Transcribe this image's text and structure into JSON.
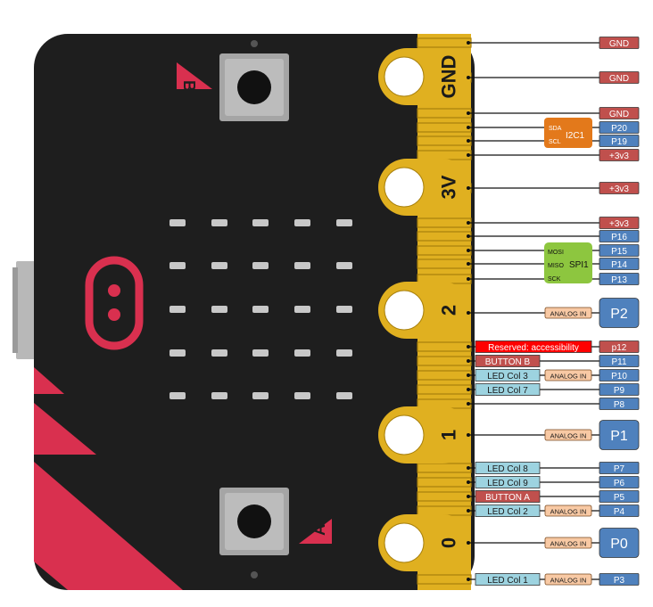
{
  "colors": {
    "board": "#1e1e1e",
    "board_edge": "#2b2b2b",
    "gold": "#e0b020",
    "gold_dark": "#a8800c",
    "red": "#d9304f",
    "led": "#c8c8c8",
    "label_red": "#c0504d",
    "label_blue": "#4f81bd",
    "label_cyan": "#9dd3e0",
    "label_orange_light": "#f8c9a4",
    "label_orange_bus": "#e3791b",
    "label_green": "#8dc63f",
    "label_bright_red": "#ff0000"
  },
  "board": {
    "button_a_label": "A",
    "button_b_label": "B"
  },
  "big_pads": [
    {
      "label": "GND"
    },
    {
      "label": "3V"
    },
    {
      "label": "2"
    },
    {
      "label": "1"
    },
    {
      "label": "0"
    }
  ],
  "pins": [
    {
      "pin": "GND",
      "label": "",
      "analog": false,
      "big": false
    },
    {
      "pin": "GND",
      "label": "",
      "analog": false,
      "big": false
    },
    {
      "pin": "GND",
      "label": "",
      "analog": false,
      "big": false
    },
    {
      "pin": "P20",
      "label": "",
      "analog": false,
      "big": false
    },
    {
      "pin": "P19",
      "label": "",
      "analog": false,
      "big": false
    },
    {
      "pin": "+3v3",
      "label": "",
      "analog": false,
      "big": false
    },
    {
      "pin": "+3v3",
      "label": "",
      "analog": false,
      "big": false
    },
    {
      "pin": "+3v3",
      "label": "",
      "analog": false,
      "big": false
    },
    {
      "pin": "P16",
      "label": "",
      "analog": false,
      "big": false
    },
    {
      "pin": "P15",
      "label": "",
      "analog": false,
      "big": false
    },
    {
      "pin": "P14",
      "label": "",
      "analog": false,
      "big": false
    },
    {
      "pin": "P13",
      "label": "",
      "analog": false,
      "big": false
    },
    {
      "pin": "P2",
      "label": "",
      "analog": true,
      "big": true
    },
    {
      "pin": "p12",
      "label": "Reserved: accessibility",
      "analog": false,
      "big": false
    },
    {
      "pin": "P11",
      "label": "BUTTON B",
      "analog": false,
      "big": false
    },
    {
      "pin": "P10",
      "label": "LED Col 3",
      "analog": true,
      "big": false
    },
    {
      "pin": "P9",
      "label": "LED Col 7",
      "analog": false,
      "big": false
    },
    {
      "pin": "P8",
      "label": "",
      "analog": false,
      "big": false
    },
    {
      "pin": "P1",
      "label": "",
      "analog": true,
      "big": true
    },
    {
      "pin": "P7",
      "label": "LED Col 8",
      "analog": false,
      "big": false
    },
    {
      "pin": "P6",
      "label": "LED Col 9",
      "analog": false,
      "big": false
    },
    {
      "pin": "P5",
      "label": "BUTTON A",
      "analog": false,
      "big": false
    },
    {
      "pin": "P4",
      "label": "LED Col 2",
      "analog": true,
      "big": false
    },
    {
      "pin": "P0",
      "label": "",
      "analog": true,
      "big": true
    },
    {
      "pin": "P3",
      "label": "LED Col 1",
      "analog": true,
      "big": false
    }
  ],
  "analog_label": "ANALOG IN",
  "i2c": {
    "name": "I2C1",
    "sda": "SDA",
    "scl": "SCL"
  },
  "spi": {
    "name": "SPI1",
    "mosi": "MOSI",
    "miso": "MISO",
    "sck": "SCK"
  }
}
